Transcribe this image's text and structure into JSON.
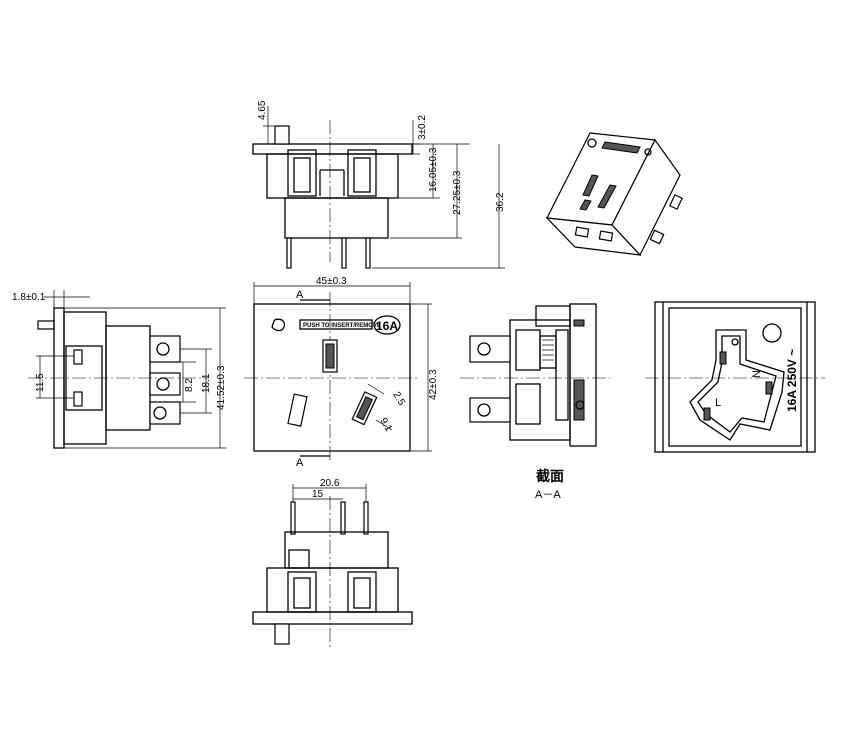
{
  "dimensions": {
    "top_pin_height": "4.65",
    "top_flange": "3±0.2",
    "top_depth_a": "16.05±0.3",
    "top_depth_b": "27.25±0.3",
    "top_total": "36.2",
    "side_flange": "1.8±0.1",
    "side_pitch_a": "11.5",
    "side_pitch_b": "8.2",
    "side_span": "18.1",
    "side_height": "41.52±0.3",
    "front_width": "45±0.3",
    "front_height": "42±0.3",
    "slot_width": "2.5",
    "slot_length": "9.1",
    "bottom_span_a": "20.6",
    "bottom_span_b": "15"
  },
  "labels": {
    "section_mark_top": "A",
    "section_mark_bottom": "A",
    "push_text": "PUSH TO INSERT/REMOVE",
    "current_badge": "16A",
    "section_caption": "截面",
    "section_caption_sub": "A－A",
    "terminal_l": "L",
    "terminal_n": "N",
    "rating_text": "16A 250V ~"
  }
}
